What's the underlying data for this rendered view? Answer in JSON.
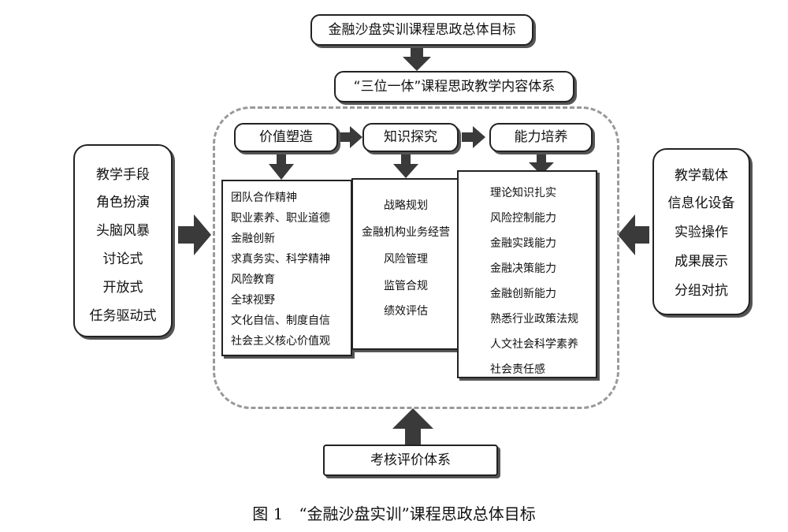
{
  "top": {
    "goal": "金融沙盘实训课程思政总体目标",
    "content_system": "“三位一体”课程思政教学内容体系"
  },
  "stages": [
    "价值塑造",
    "知识探究",
    "能力培养"
  ],
  "value_list": [
    "团队合作精神",
    "职业素养、职业道德",
    "金融创新",
    "求真务实、科学精神",
    "风险教育",
    "全球视野",
    "文化自信、制度自信",
    "社会主义核心价值观"
  ],
  "knowledge_list": [
    "战略规划",
    "金融机构业务经营",
    "风险管理",
    "监管合规",
    "绩效评估"
  ],
  "ability_list": [
    "理论知识扎实",
    "风险控制能力",
    "金融实践能力",
    "金融决策能力",
    "金融创新能力",
    "熟悉行业政策法规",
    "人文社会科学素养",
    "社会责任感"
  ],
  "left_panel": [
    "教学手段",
    "角色扮演",
    "头脑风暴",
    "讨论式",
    "开放式",
    "任务驱动式"
  ],
  "right_panel": [
    "教学载体",
    "信息化设备",
    "实验操作",
    "成果展示",
    "分组对抗"
  ],
  "bottom": "考核评价体系",
  "caption": "图 1　“金融沙盘实训”课程思政总体目标",
  "colors": {
    "arrow": "#3a3a3a",
    "dashed_border": "#999999",
    "box_border": "#222222"
  }
}
